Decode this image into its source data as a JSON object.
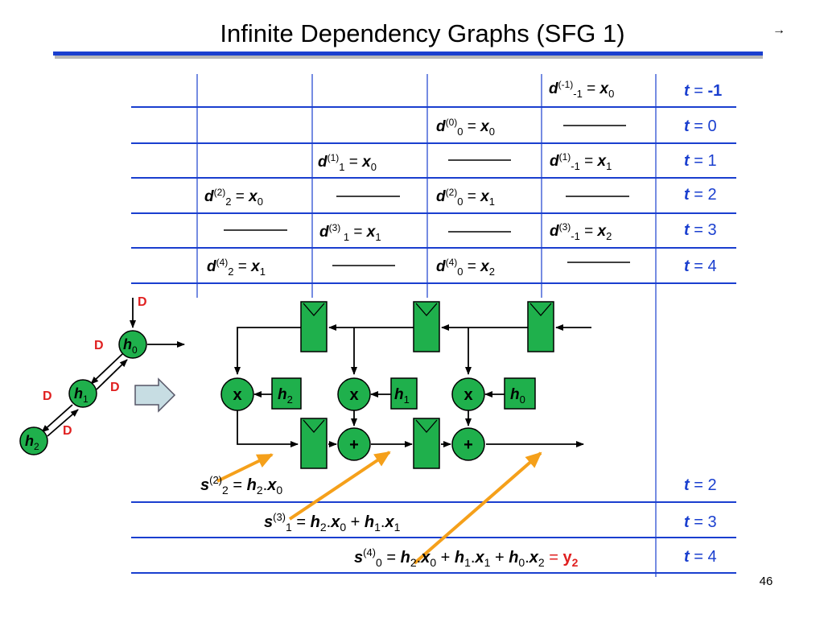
{
  "title": "Infinite Dependency Graphs (SFG 1)",
  "corner_mark": "→",
  "page_number": "46",
  "colors": {
    "accent_blue": "#1a3fcf",
    "underline_gray": "#b7b7b7",
    "node_green": "#1fb04c",
    "delay_red": "#e02020",
    "arrow_orange": "#f5a01a",
    "arrow_blue_fill": "#c7dde3"
  },
  "time_labels": {
    "r0": {
      "t": "t",
      "eq": " = ",
      "v": "-1"
    },
    "r1": {
      "t": "t",
      "eq": " = ",
      "v": "0"
    },
    "r2": {
      "t": "t",
      "eq": " = ",
      "v": "1"
    },
    "r3": {
      "t": "t",
      "eq": " = ",
      "v": "2"
    },
    "r4": {
      "t": "t",
      "eq": " = ",
      "v": "3"
    },
    "r5": {
      "t": "t",
      "eq": " = ",
      "v": "4"
    },
    "s0": {
      "t": "t",
      "eq": " = ",
      "v": "2"
    },
    "s1": {
      "t": "t",
      "eq": " = ",
      "v": "3"
    },
    "s2": {
      "t": "t",
      "eq": " = ",
      "v": "4"
    }
  },
  "cells": {
    "r0c4": {
      "d": "d",
      "sup": "(-1)",
      "sub": "-1",
      "eq": " = ",
      "x": "x",
      "xs": "0"
    },
    "r1c3": {
      "d": "d",
      "sup": "(0)",
      "sub": "0",
      "eq": " = ",
      "x": "x",
      "xs": "0"
    },
    "r2c2": {
      "d": "d",
      "sup": "(1)",
      "sub": "1",
      "eq": " = ",
      "x": "x",
      "xs": "0"
    },
    "r2c4": {
      "d": "d",
      "sup": "(1)",
      "sub": "-1",
      "eq": " = ",
      "x": "x",
      "xs": "1"
    },
    "r3c1": {
      "d": "d",
      "sup": "(2)",
      "sub": "2",
      "eq": " = ",
      "x": "x",
      "xs": "0"
    },
    "r3c3": {
      "d": "d",
      "sup": "(2)",
      "sub": "0",
      "eq": " = ",
      "x": "x",
      "xs": "1"
    },
    "r4c2": {
      "d": "d",
      "sup": "(3)",
      "sub": " 1",
      "eq": " = ",
      "x": "x",
      "xs": "1"
    },
    "r4c4": {
      "d": "d",
      "sup": "(3)",
      "sub": "-1",
      "eq": " = ",
      "x": "x",
      "xs": "2"
    },
    "r5c1": {
      "d": "d",
      "sup": "(4)",
      "sub": "2",
      "eq": " = ",
      "x": "x",
      "xs": "1"
    },
    "r5c3": {
      "d": "d",
      "sup": "(4)",
      "sub": "0",
      "eq": " = ",
      "x": "x",
      "xs": "2"
    }
  },
  "sfg": {
    "delay": "D",
    "h": "h",
    "h0": "0",
    "h1": "1",
    "h2": "2"
  },
  "circuit": {
    "mult": "x",
    "add": "+",
    "coef_h": "h",
    "c2": "2",
    "c1": "1",
    "c0": "0"
  },
  "sums": {
    "s2": {
      "s": "s",
      "sup": "(2)",
      "sub": "2",
      "eq": " = ",
      "h": "h",
      "hs": "2",
      "dot": ".",
      "x": "x",
      "xs": "0"
    },
    "s3": {
      "s": "s",
      "sup": "(3)",
      "sub": "1",
      "eq": " = ",
      "h_a": "h",
      "hs_a": "2",
      "dot": ".",
      "x_a": "x",
      "xs_a": "0",
      "plus": " + ",
      "h_b": "h",
      "hs_b": "1",
      "x_b": "x",
      "xs_b": "1"
    },
    "s4": {
      "s": "s",
      "sup": "(4)",
      "sub": "0",
      "eq": " = ",
      "h_a": "h",
      "hs_a": "2",
      "dot": ".",
      "x_a": "x",
      "xs_a": "0",
      "plus": " + ",
      "h_b": "h",
      "hs_b": "1",
      "x_b": "x",
      "xs_b": "1",
      "h_c": "h",
      "hs_c": "0",
      "x_c": "x",
      "xs_c": "2",
      "eq2": " = ",
      "y": "y",
      "ys": "2"
    }
  }
}
